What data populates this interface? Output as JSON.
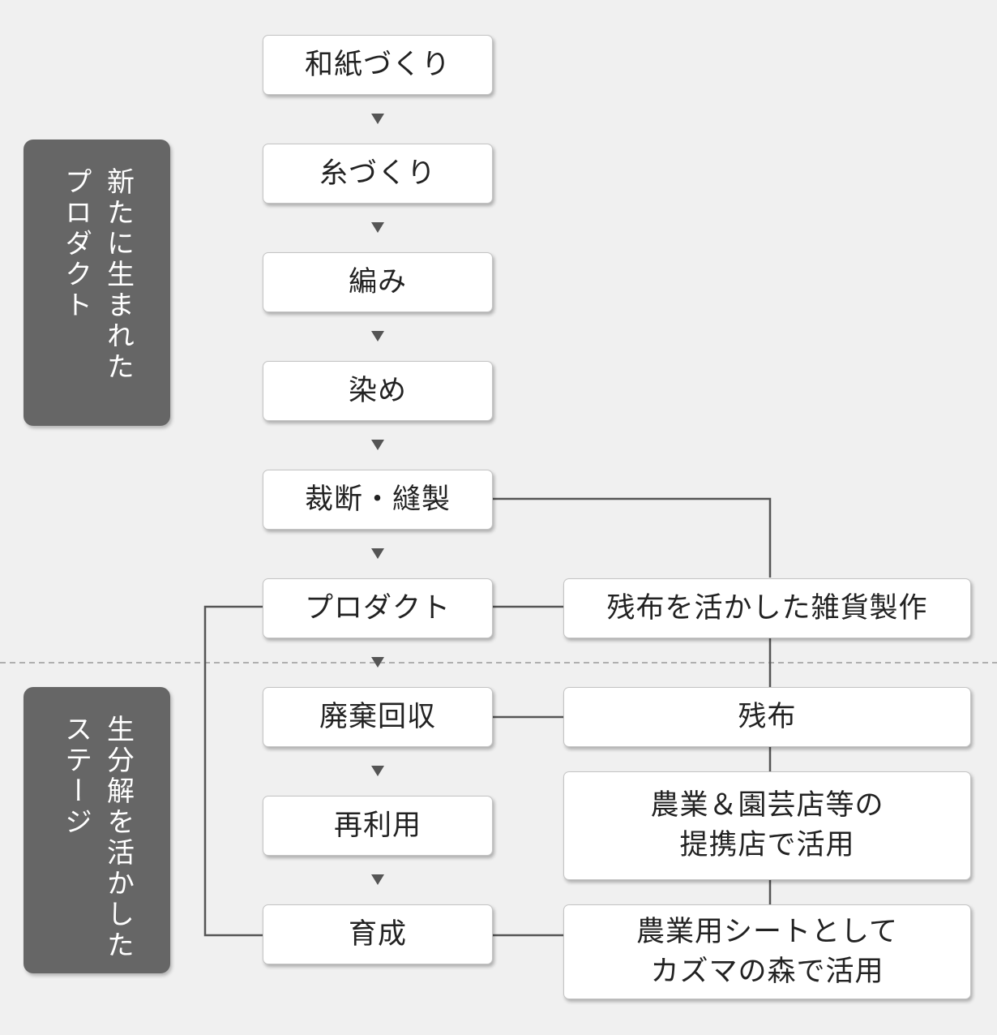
{
  "stages": {
    "upper": [
      "新たに生まれた",
      "プロダクト"
    ],
    "lower": [
      "生分解を活かした",
      "ステージ"
    ]
  },
  "process": {
    "washi": "和紙づくり",
    "thread": "糸づくり",
    "knit": "編み",
    "dye": "染め",
    "cut_sew": "裁断・縫製",
    "product": "プロダクト",
    "collect": "廃棄回収",
    "reuse": "再利用",
    "grow": "育成"
  },
  "side": {
    "goods": "残布を活かした雑貨製作",
    "scrap": "残布",
    "partner": [
      "農業＆園芸店等の",
      "提携店で活用"
    ],
    "forest": [
      "農業用シートとして",
      "カズマの森で活用"
    ]
  },
  "colors": {
    "background": "#f0f0f0",
    "stage_panel": "#666666",
    "connector": "#555555",
    "box": "#ffffff"
  }
}
